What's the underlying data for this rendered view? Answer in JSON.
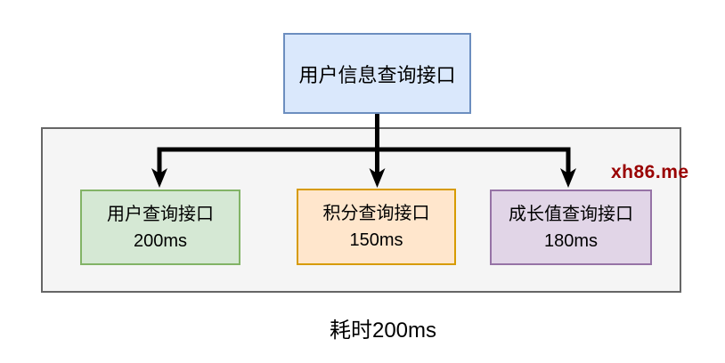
{
  "diagram": {
    "root": {
      "label": "用户信息查询接口"
    },
    "children": [
      {
        "label": "用户查询接口",
        "time": "200ms"
      },
      {
        "label": "积分查询接口",
        "time": "150ms"
      },
      {
        "label": "成长值查询接口",
        "time": "180ms"
      }
    ],
    "caption": "耗时200ms",
    "watermark": "xh86.me"
  },
  "colors": {
    "root_fill": "#dae8fc",
    "root_border": "#6c8ebf",
    "child_user_fill": "#d5e8d4",
    "child_user_border": "#82b366",
    "child_points_fill": "#ffe6cc",
    "child_points_border": "#d79b00",
    "child_growth_fill": "#e1d5e7",
    "child_growth_border": "#9673a6",
    "container_fill": "#f5f5f5",
    "container_border": "#666666",
    "arrow": "#000000",
    "watermark_text": "#990000"
  }
}
